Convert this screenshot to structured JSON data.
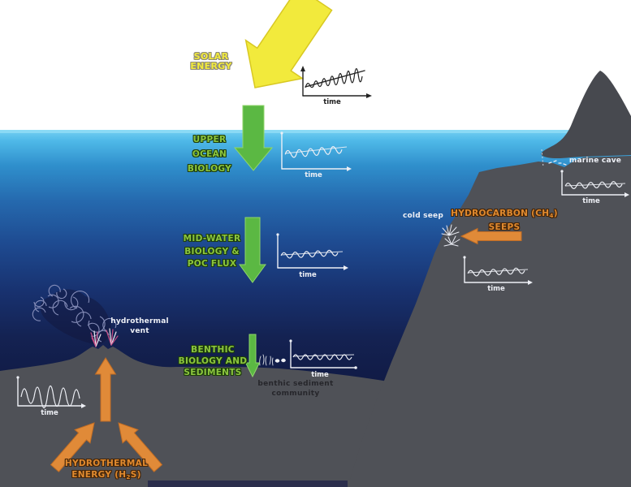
{
  "flow_labels": {
    "solar": {
      "lines": [
        "SOLAR",
        "ENERGY"
      ]
    },
    "upper_ocean": {
      "lines": [
        "UPPER",
        "OCEAN",
        "BIOLOGY"
      ]
    },
    "mid_water": {
      "lines": [
        "MID-WATER",
        "BIOLOGY &",
        "POC FLUX"
      ]
    },
    "benthic": {
      "lines": [
        "BENTHIC",
        "BIOLOGY AND",
        "SEDIMENTS"
      ]
    },
    "hydrothermal": {
      "line1": "HYDROTHERMAL",
      "line2_pre": "ENERGY (H",
      "line2_sub": "2",
      "line2_post": "S)"
    },
    "hydrocarbon": {
      "line1_pre": "HYDROCARBON (CH",
      "line1_sub": "4",
      "line1_post": ")",
      "line2": "SEEPS"
    }
  },
  "annotations": {
    "hydrothermal_vent": {
      "lines": [
        "hydrothermal",
        "vent"
      ]
    },
    "cold_seep": "cold seep",
    "marine_cave": "marine cave",
    "benthic_community": {
      "lines": [
        "benthic sediment",
        "community"
      ]
    }
  },
  "graphs": {
    "axis_label": "time"
  },
  "colors": {
    "solar-yellow": "#f2ea3c",
    "bio-green": "#8cc63e",
    "arrow-green": "#5bb843",
    "energy-orange": "#e08a38",
    "orange-text": "#e08a2f",
    "ocean-surface": "#6fcdf1",
    "ocean-deep": "#0c1132",
    "seafloor-gray": "#4f5157",
    "rock-gray": "#47494f",
    "graph-white": "#edeff5",
    "graph-black": "#222222"
  }
}
